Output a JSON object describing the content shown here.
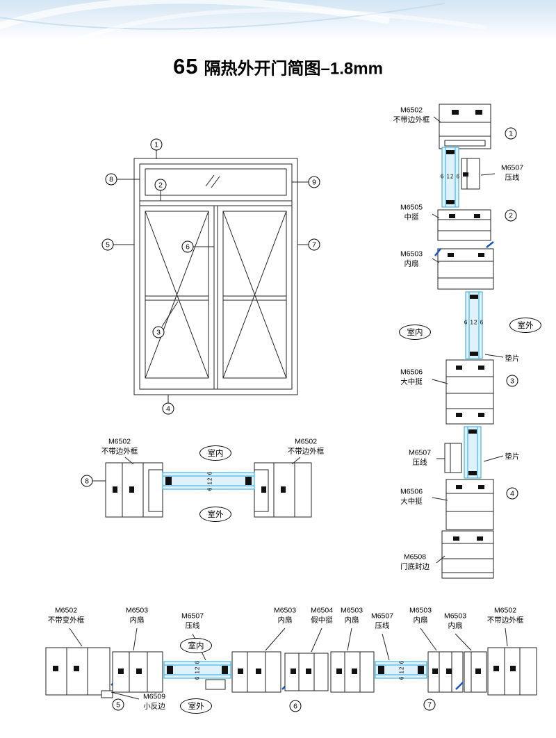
{
  "title": {
    "number": "65",
    "text": "隔热外开门简图–1.8mm"
  },
  "glass_dimension": "6 12 6",
  "rooms": {
    "inside": "室内",
    "outside": "室外"
  },
  "elevation": {
    "callouts": [
      "1",
      "2",
      "3",
      "4",
      "5",
      "6",
      "7",
      "8",
      "9"
    ]
  },
  "vertical_section": {
    "labels": [
      "M6502\n不带边外框",
      "M6507\n压线",
      "M6505\n中挺",
      "M6503\n内扇",
      "垫片",
      "M6506\n大中挺",
      "M6507\n压线",
      "垫片",
      "M6506\n大中挺",
      "M6508\n门底封边"
    ],
    "callouts": [
      "1",
      "2",
      "3",
      "4"
    ]
  },
  "mid_section": {
    "labels": [
      "M6502\n不带边外框",
      "M6502\n不带边外框"
    ],
    "callout": "8"
  },
  "bottom_section": {
    "labels": [
      "M6502\n不带变外框",
      "M6503\n内扇",
      "M6507\n压线",
      "M6503\n内扇",
      "M6504\n假中挺",
      "M6503\n内扇",
      "M6507\n压线",
      "M6503\n内扇",
      "M6503\n内扇",
      "M6502\n不带边外框"
    ],
    "extra_label": "M6509\n小反边",
    "callouts": [
      "5",
      "6",
      "7"
    ]
  },
  "colors": {
    "glass_blue": "#2aa7dc",
    "glass_fill": "#dff1fb",
    "accent_blue": "#1857c3",
    "header_blue": "#d3e5f3"
  }
}
